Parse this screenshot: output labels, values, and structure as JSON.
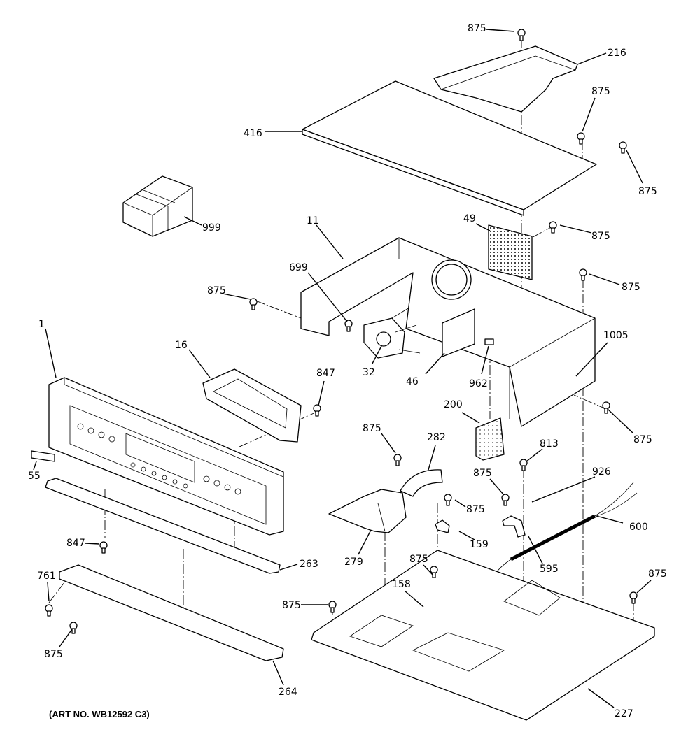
{
  "diagram": {
    "art_number": "(ART NO. WB12592 C3)",
    "callouts": [
      "875",
      "216",
      "875",
      "875",
      "416",
      "999",
      "11",
      "49",
      "875",
      "875",
      "699",
      "875",
      "1005",
      "1",
      "16",
      "32",
      "46",
      "962",
      "847",
      "200",
      "875",
      "875",
      "282",
      "813",
      "55",
      "875",
      "926",
      "875",
      "600",
      "159",
      "279",
      "847",
      "595",
      "875",
      "263",
      "158",
      "761",
      "875",
      "875",
      "875",
      "264",
      "227"
    ]
  }
}
